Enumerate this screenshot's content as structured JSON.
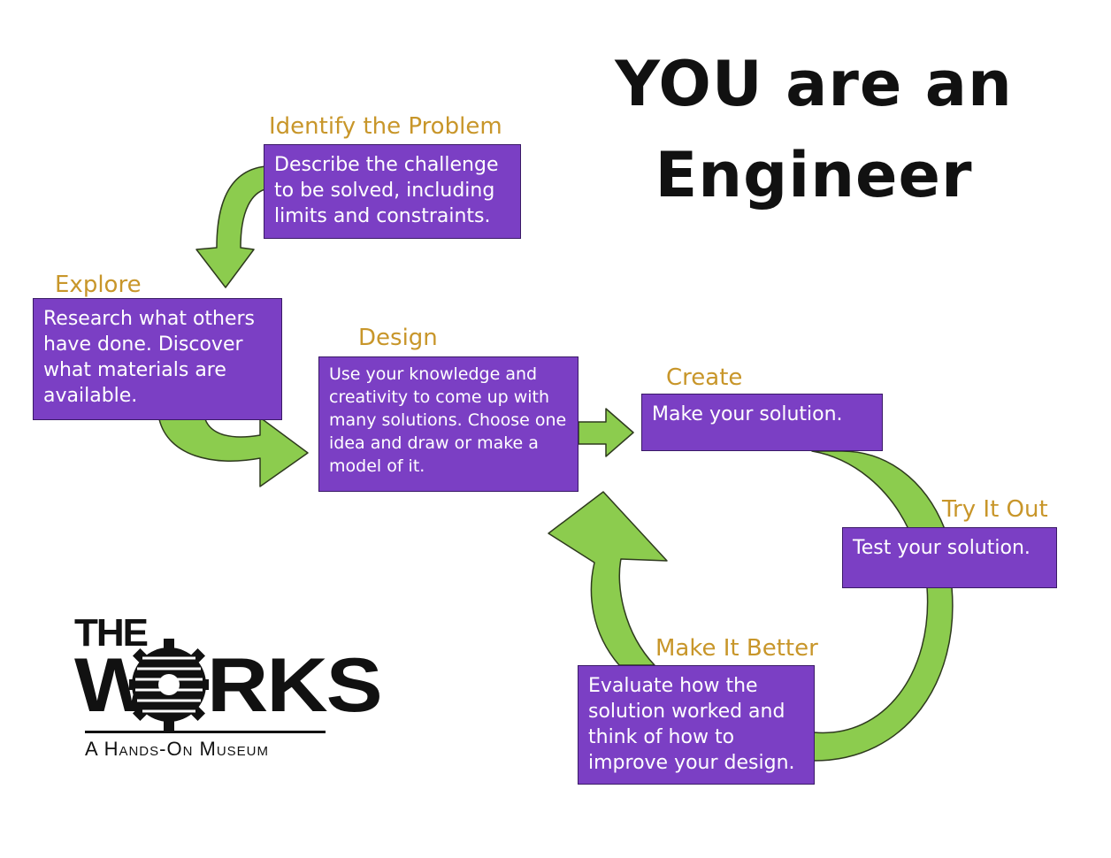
{
  "title": {
    "line1": "YOU are an",
    "line2": "Engineer"
  },
  "steps": {
    "identify": {
      "label": "Identify the Problem",
      "text": "Describe the challenge to be solved, including limits and constraints."
    },
    "explore": {
      "label": "Explore",
      "text": "Research what others have done.  Discover what materials are available."
    },
    "design": {
      "label": "Design",
      "text": "Use your knowledge and creativity to come up with many solutions.  Choose one idea and draw or make a model of it."
    },
    "create": {
      "label": "Create",
      "text": "Make your solution."
    },
    "try": {
      "label": "Try It Out",
      "text": "Test your solution."
    },
    "better": {
      "label": "Make It Better",
      "text": "Evaluate how the solution worked and think of how to improve your design."
    }
  },
  "logo": {
    "the": "THE",
    "w": "W",
    "rks": "RKS",
    "tagline": "A Hands-On Museum"
  },
  "colors": {
    "box": "#7b3fc4",
    "label": "#c8962a",
    "arrow": "#8ccc4e",
    "text": "#ffffff"
  }
}
